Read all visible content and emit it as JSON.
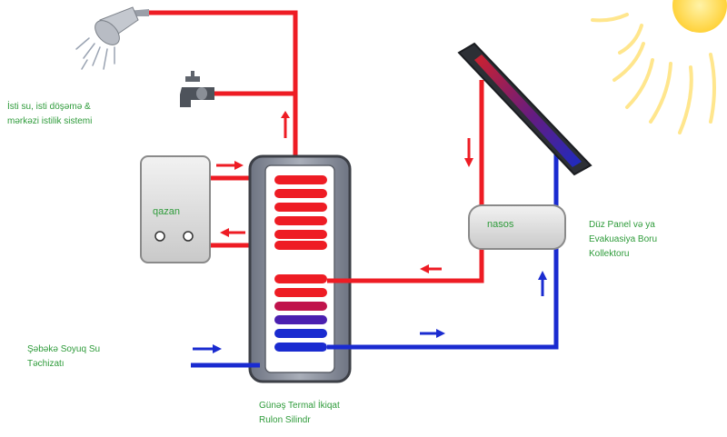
{
  "labels": {
    "hot_water_line1": "İsti su, isti döşəmə &",
    "hot_water_line2": "mərkəzi istilik sistemi",
    "boiler": "qazan",
    "pump": "nasos",
    "collector_line1": "Düz Panel və ya",
    "collector_line2": "Evakuasiya Boru",
    "collector_line3": "Kollektoru",
    "cold_supply_line1": "Şəbəkə Soyuq Su",
    "cold_supply_line2": "Təchizatı",
    "cylinder_line1": "Günəş Termal İkiqat",
    "cylinder_line2": "Rulon Silindr"
  },
  "colors": {
    "hot_pipe": "#ee1c24",
    "cold_pipe": "#1a2bd0",
    "label_green": "#2e9b3a",
    "tank_body": "#8f95a3",
    "sun": "#ffd84a"
  },
  "icons": [
    "shower-head-icon",
    "faucet-icon",
    "sun-icon",
    "boiler-unit",
    "pump-unit",
    "solar-collector"
  ]
}
